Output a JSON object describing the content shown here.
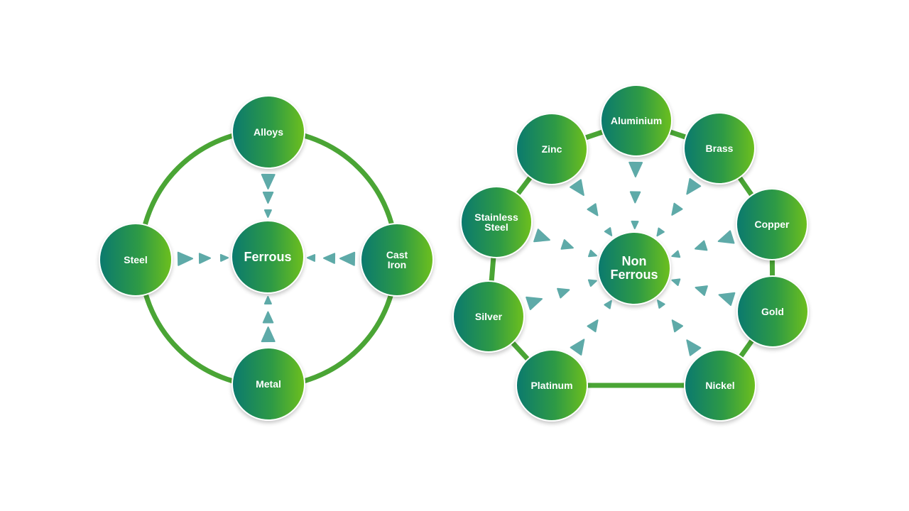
{
  "colors": {
    "ring": "#4aa535",
    "arrow": "#5eaaa8",
    "node_gradient_start": "#0b7a6e",
    "node_gradient_end": "#6cbf1e",
    "text": "#ffffff"
  },
  "ferrous": {
    "center": "Ferrous",
    "nodes": [
      "Alloys",
      "Cast\nIron",
      "Metal",
      "Steel"
    ]
  },
  "non_ferrous": {
    "center": "Non\nFerrous",
    "nodes": [
      "Aluminium",
      "Brass",
      "Copper",
      "Gold",
      "Nickel",
      "Platinum",
      "Silver",
      "Stainless\nSteel",
      "Zinc"
    ]
  }
}
